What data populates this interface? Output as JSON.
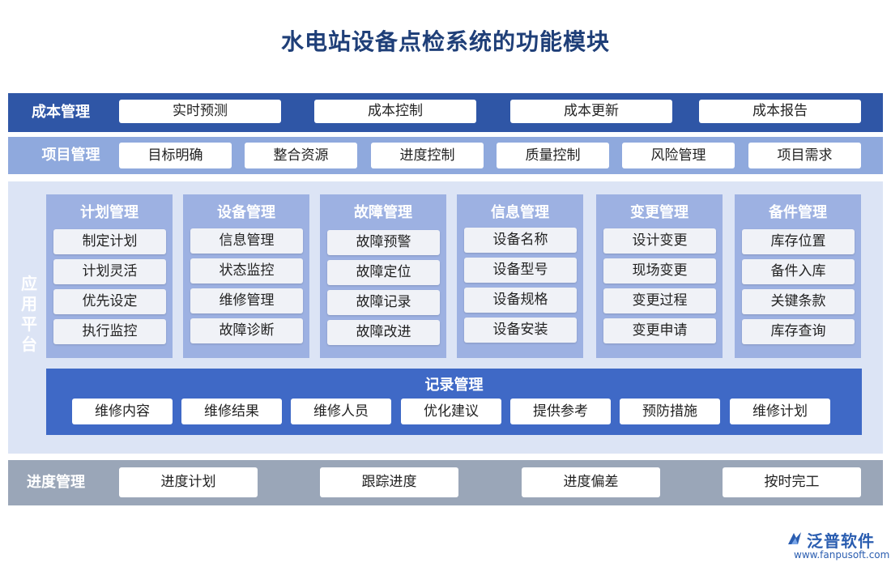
{
  "title": "水电站设备点检系统的功能模块",
  "cost": {
    "label": "成本管理",
    "items": [
      "实时预测",
      "成本控制",
      "成本更新",
      "成本报告"
    ]
  },
  "project": {
    "label": "项目管理",
    "items": [
      "目标明确",
      "整合资源",
      "进度控制",
      "质量控制",
      "风险管理",
      "项目需求"
    ]
  },
  "platform": {
    "label": "应用平台",
    "modules": [
      {
        "name": "计划管理",
        "items": [
          "制定计划",
          "计划灵活",
          "优先设定",
          "执行监控"
        ]
      },
      {
        "name": "设备管理",
        "items": [
          "信息管理",
          "状态监控",
          "维修管理",
          "故障诊断"
        ]
      },
      {
        "name": "故障管理",
        "items": [
          "故障预警",
          "故障定位",
          "故障记录",
          "故障改进"
        ]
      },
      {
        "name": "信息管理",
        "items": [
          "设备名称",
          "设备型号",
          "设备规格",
          "设备安装"
        ]
      },
      {
        "name": "变更管理",
        "items": [
          "设计变更",
          "现场变更",
          "变更过程",
          "变更申请"
        ]
      },
      {
        "name": "备件管理",
        "items": [
          "库存位置",
          "备件入库",
          "关键条款",
          "库存查询"
        ]
      }
    ],
    "record": {
      "name": "记录管理",
      "items": [
        "维修内容",
        "维修结果",
        "维修人员",
        "优化建议",
        "提供参考",
        "预防措施",
        "维修计划"
      ]
    }
  },
  "progress": {
    "label": "进度管理",
    "items": [
      "进度计划",
      "跟踪进度",
      "进度偏差",
      "按时完工"
    ]
  },
  "logo": {
    "name": "泛普软件",
    "url": "www.fanpusoft.com"
  },
  "colors": {
    "title": "#1f3f78",
    "cost_band": "#2f56a6",
    "project_band": "#8fa9dd",
    "platform_bg": "#dce4f5",
    "module_bg": "#9db1e2",
    "record_band": "#3f69c6",
    "progress_band": "#9aa6b8"
  }
}
